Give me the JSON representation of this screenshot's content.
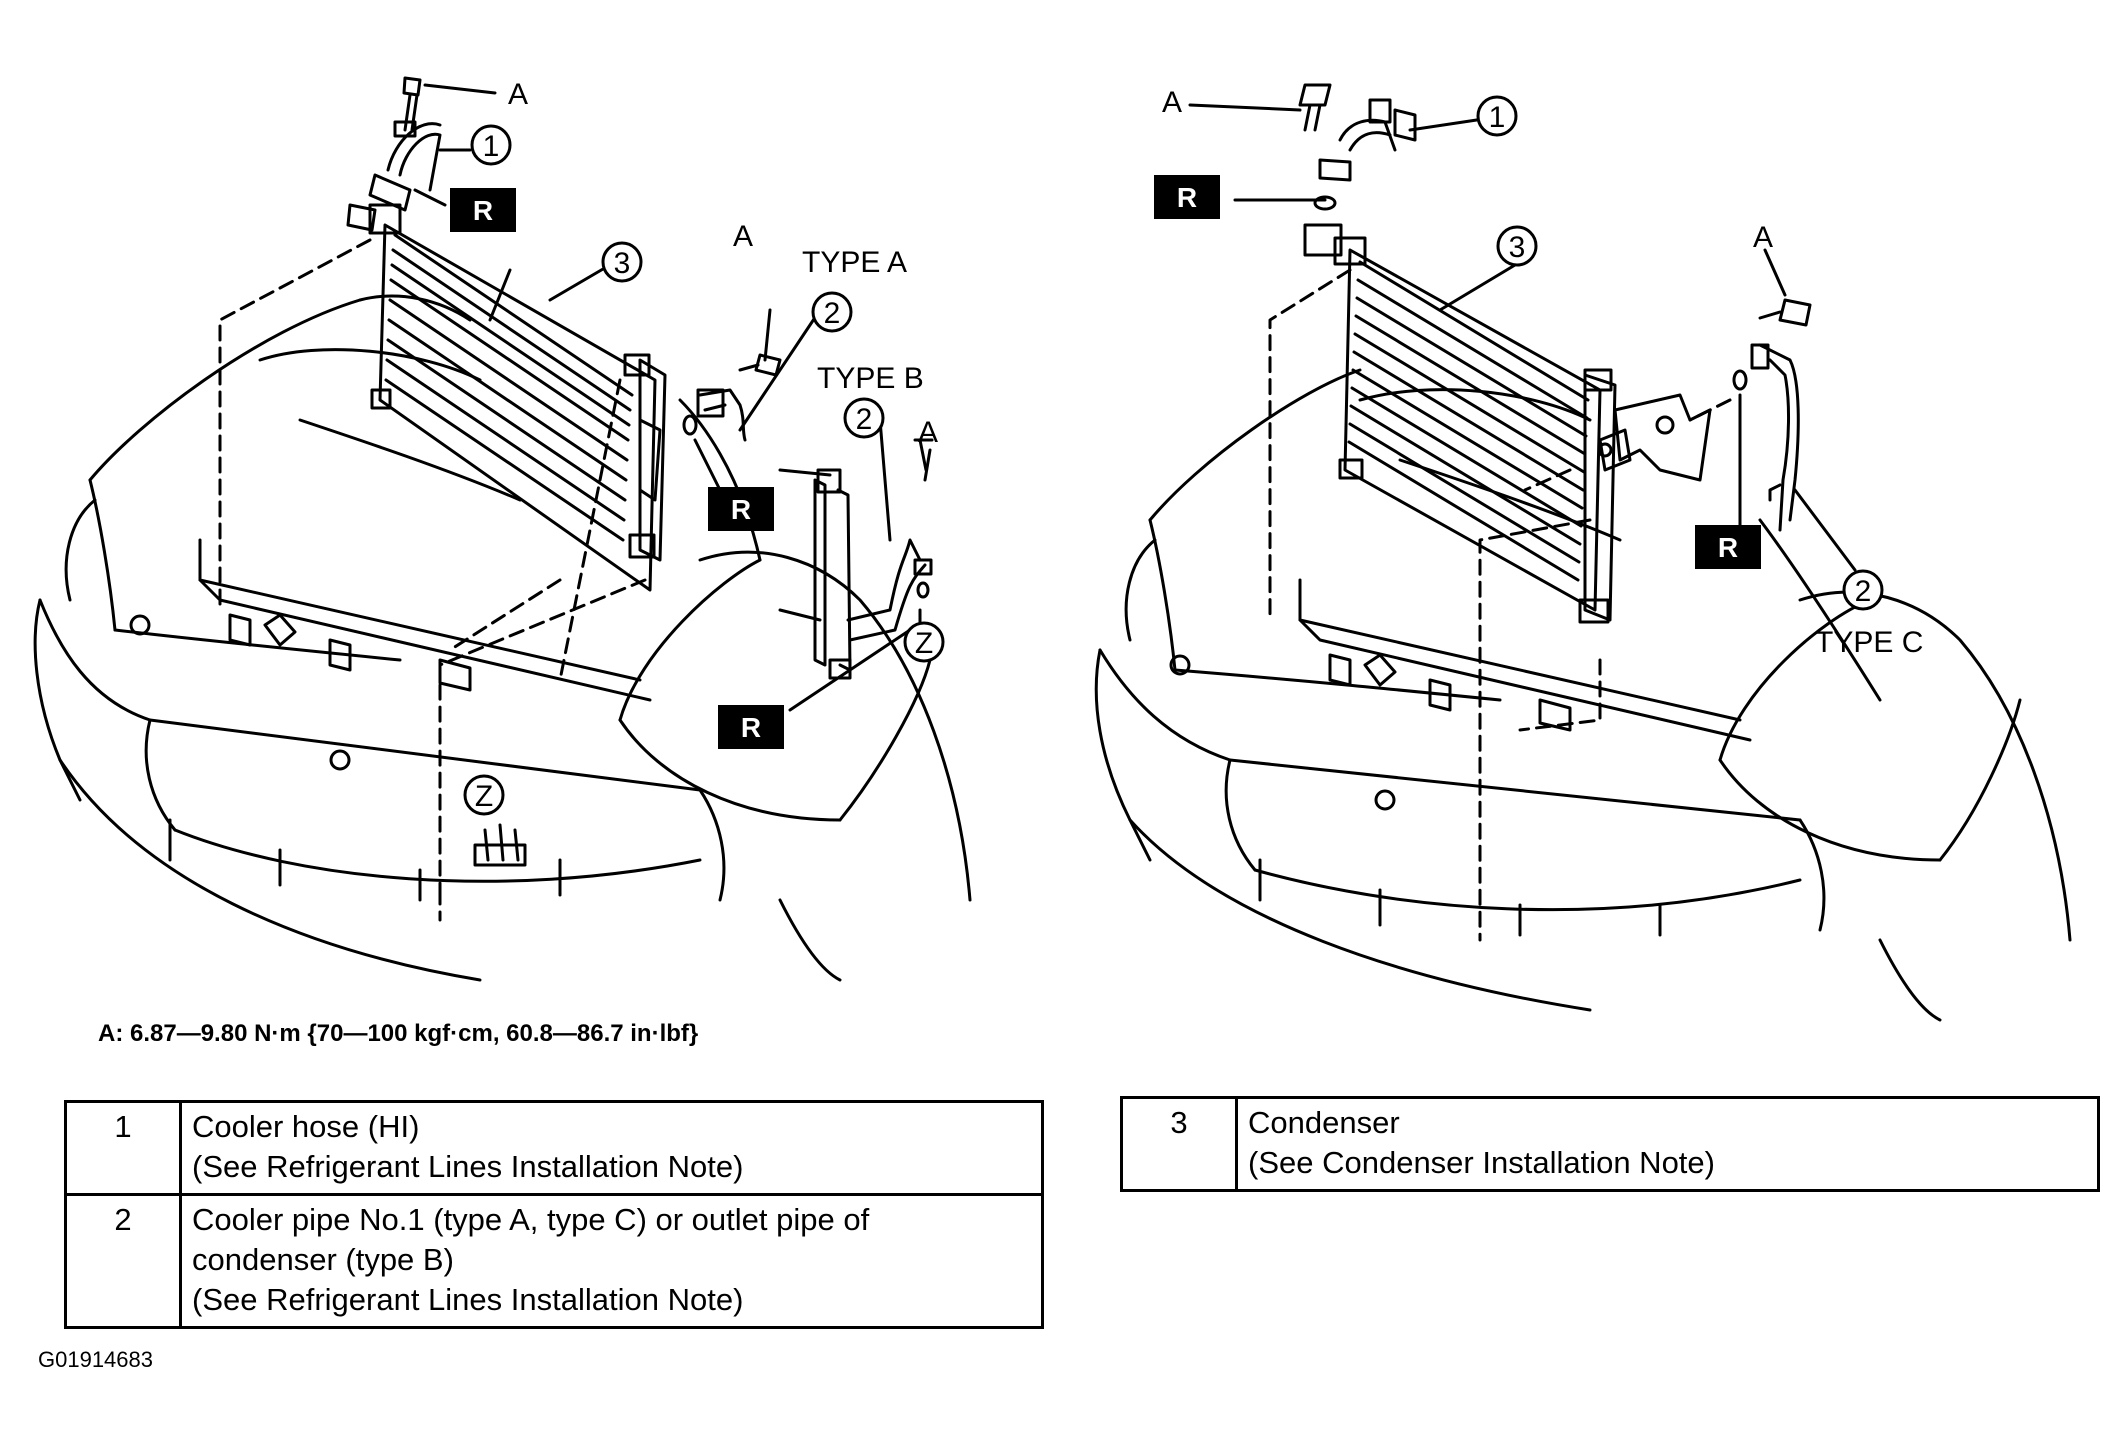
{
  "callouts": {
    "left": {
      "bolt_label": "A",
      "type_a": "TYPE A",
      "type_b": "TYPE B",
      "z": "Z",
      "n1": "1",
      "n2": "2",
      "n3": "3",
      "r": "R"
    },
    "right": {
      "bolt_label": "A",
      "type_c": "TYPE C",
      "n1": "1",
      "n2": "2",
      "n3": "3",
      "r": "R"
    }
  },
  "torque_note": "A: 6.87—9.80 N·m {70—100 kgf·cm, 60.8—86.7 in·lbf}",
  "parts_table_left": [
    {
      "num": "1",
      "lines": [
        "Cooler hose (HI)",
        "(See Refrigerant Lines Installation Note)"
      ]
    },
    {
      "num": "2",
      "lines": [
        "Cooler pipe No.1 (type A, type C) or outlet pipe of",
        "condenser (type B)",
        "(See Refrigerant Lines Installation Note)"
      ]
    }
  ],
  "parts_table_right": [
    {
      "num": "3",
      "lines": [
        "Condenser",
        "(See Condenser Installation Note)"
      ]
    }
  ],
  "figure_id": "G01914683"
}
